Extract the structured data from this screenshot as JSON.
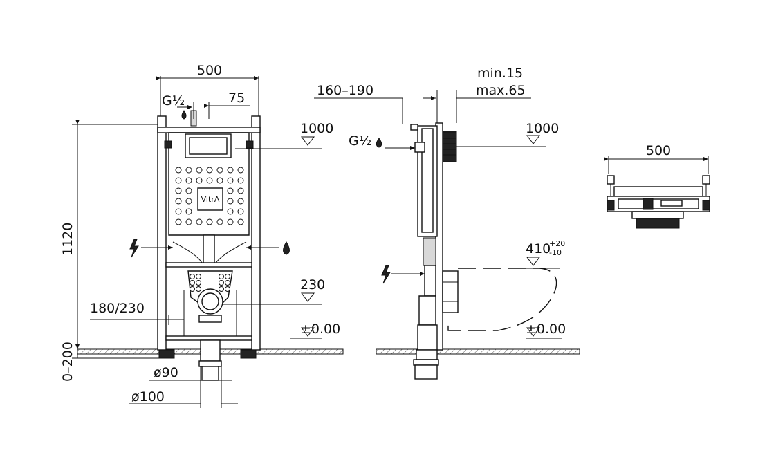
{
  "front_view": {
    "width": "500",
    "supply": "G½",
    "offset": "75",
    "height": "1120",
    "flush_height": "1000",
    "drain_height": "230",
    "bracket_spacing": "180/230",
    "floor_level": "±0.00",
    "adjust_range": "0–200",
    "pipe_inner": "ø90",
    "pipe_outer": "ø100",
    "logo": "VitrA"
  },
  "side_view": {
    "depth_range": "160–190",
    "wall_min": "min.15",
    "wall_max": "max.65",
    "supply": "G½",
    "flush_height": "1000",
    "bowl_height": "410",
    "bowl_tol_plus": "+20",
    "bowl_tol_minus": "-10",
    "floor_level": "±0.00"
  },
  "top_view": {
    "width": "500"
  }
}
